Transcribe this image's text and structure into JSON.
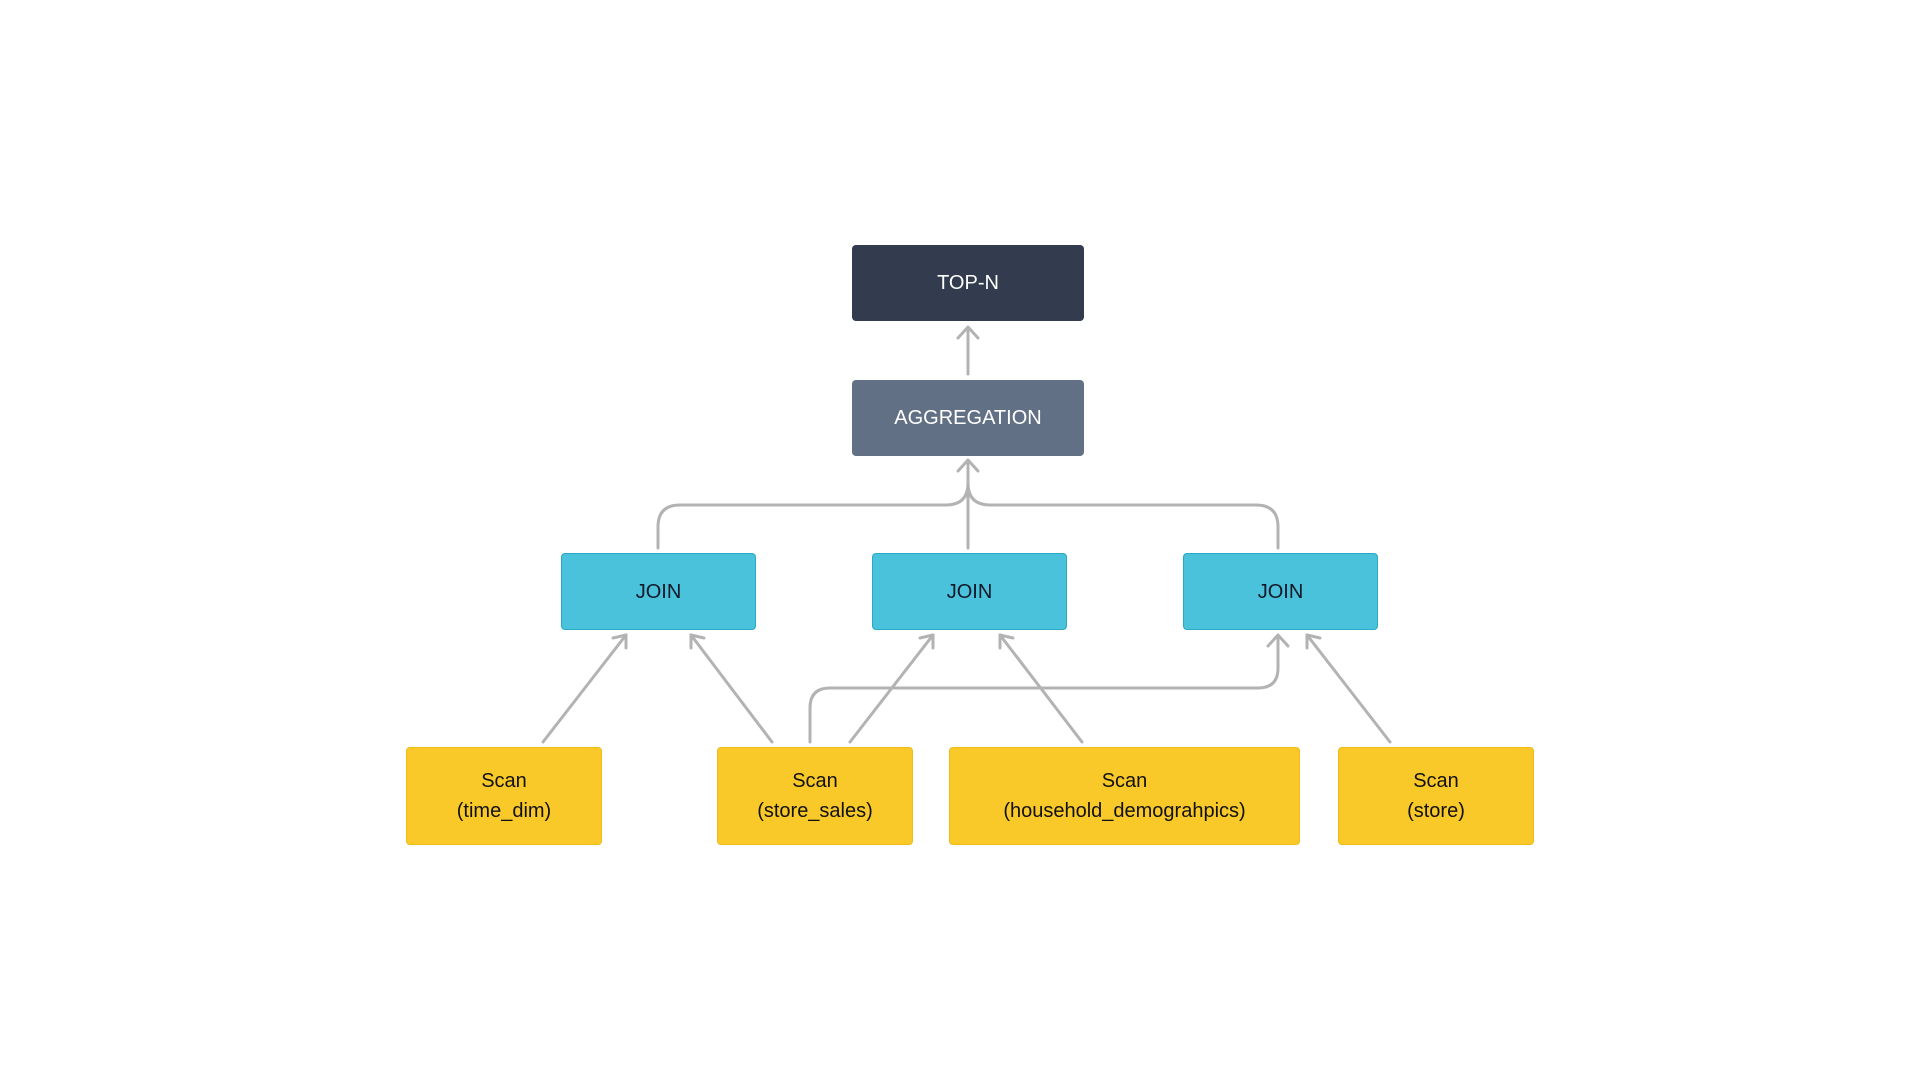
{
  "nodes": {
    "topn": {
      "label": "TOP-N"
    },
    "aggregation": {
      "label": "AGGREGATION"
    },
    "joins": [
      {
        "label": "JOIN"
      },
      {
        "label": "JOIN"
      },
      {
        "label": "JOIN"
      }
    ],
    "scans": [
      {
        "line1": "Scan",
        "line2": "(time_dim)"
      },
      {
        "line1": "Scan",
        "line2": "(store_sales)"
      },
      {
        "line1": "Scan",
        "line2": "(household_demograhpics)"
      },
      {
        "line1": "Scan",
        "line2": "(store)"
      }
    ]
  },
  "colors": {
    "topn": "#323c4e",
    "aggregation": "#627085",
    "join": "#4ac2db",
    "scan": "#f9c929",
    "edge": "#b3b3b3"
  }
}
